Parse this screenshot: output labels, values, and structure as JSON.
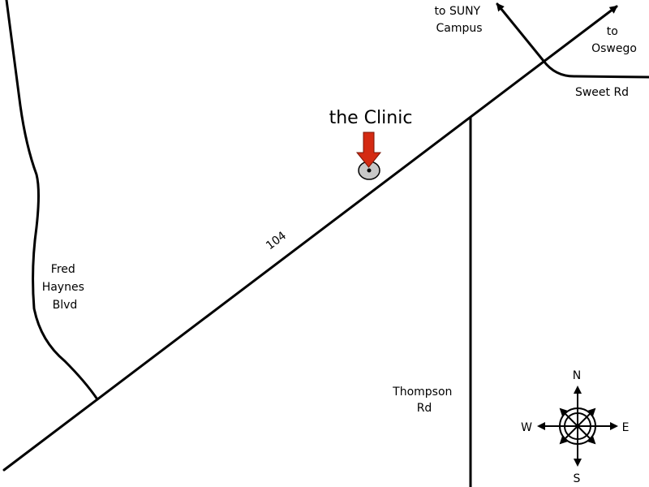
{
  "map": {
    "destination": {
      "label": "the Clinic",
      "marker_icon": "red-down-arrow-icon",
      "marker_color": "#d42a12",
      "dot_color": "#c8c8c8"
    },
    "roads": {
      "highway": "104",
      "fred_haynes": [
        "Fred",
        "Haynes",
        "Blvd"
      ],
      "thompson": [
        "Thompson",
        "Rd"
      ],
      "sweet": "Sweet Rd"
    },
    "directions": {
      "suny": [
        "to SUNY",
        "Campus"
      ],
      "oswego": [
        "to",
        "Oswego"
      ]
    },
    "compass": {
      "icon": "compass-rose-icon",
      "n": "N",
      "s": "S",
      "e": "E",
      "w": "W"
    }
  }
}
